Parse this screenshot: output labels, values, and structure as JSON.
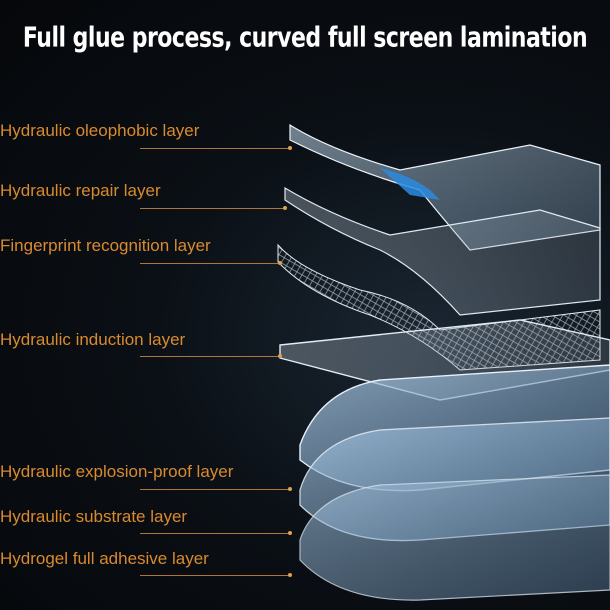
{
  "title": "Full glue process, curved full screen lamination",
  "colors": {
    "label": "#d98a2e",
    "title": "#ffffff",
    "background": "#05070a"
  },
  "layers": [
    {
      "label": "Hydraulic oleophobic layer"
    },
    {
      "label": "Hydraulic repair layer"
    },
    {
      "label": "Fingerprint recognition layer"
    },
    {
      "label": "Hydraulic induction layer"
    },
    {
      "label": "Hydraulic explosion-proof layer"
    },
    {
      "label": "Hydraulic substrate layer"
    },
    {
      "label": "Hydrogel full adhesive layer"
    }
  ]
}
